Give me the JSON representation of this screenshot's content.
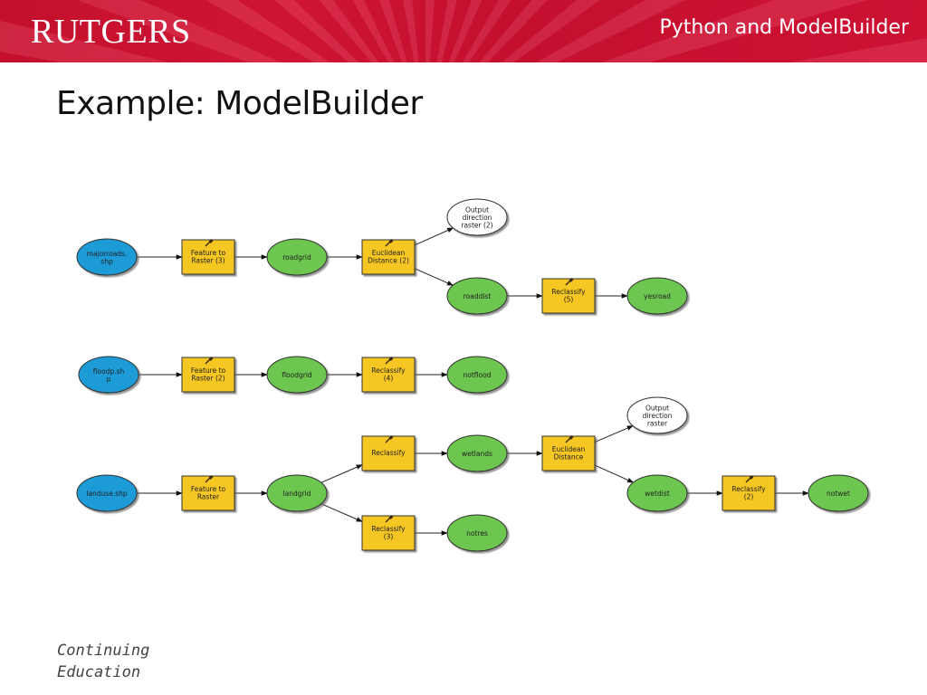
{
  "header": {
    "logo": "RUTGERS",
    "deck_title": "Python and ModelBuilder",
    "colors": {
      "brand": "#cc1133",
      "text": "#ffffff"
    }
  },
  "slide": {
    "title": "Example:  ModelBuilder"
  },
  "footer": {
    "line1": "Continuing",
    "line2": "Education"
  },
  "diagram": {
    "colors": {
      "input": "#1e9bd7",
      "tool": "#f6c623",
      "derived": "#6cc64f",
      "output": "#ffffff"
    },
    "nodes": [
      {
        "id": "majorroads",
        "type": "input",
        "label": [
          "majorroads.",
          "shp"
        ]
      },
      {
        "id": "f2r3",
        "type": "tool",
        "label": [
          "Feature to",
          "Raster (3)"
        ]
      },
      {
        "id": "roadgrid",
        "type": "derived",
        "label": [
          "roadgrid"
        ]
      },
      {
        "id": "ed2",
        "type": "tool",
        "label": [
          "Euclidean",
          "Distance (2)"
        ]
      },
      {
        "id": "odr2",
        "type": "output",
        "label": [
          "Output",
          "direction",
          "raster (2)"
        ]
      },
      {
        "id": "roaddist",
        "type": "derived",
        "label": [
          "roaddist"
        ]
      },
      {
        "id": "rc5",
        "type": "tool",
        "label": [
          "Reclassify",
          "(5)"
        ]
      },
      {
        "id": "yesroad",
        "type": "derived",
        "label": [
          "yesroad"
        ]
      },
      {
        "id": "floodp",
        "type": "input",
        "label": [
          "floodp.sh",
          "p"
        ]
      },
      {
        "id": "f2r2",
        "type": "tool",
        "label": [
          "Feature to",
          "Raster (2)"
        ]
      },
      {
        "id": "floodgrid",
        "type": "derived",
        "label": [
          "floodgrid"
        ]
      },
      {
        "id": "rc4",
        "type": "tool",
        "label": [
          "Reclassify",
          "(4)"
        ]
      },
      {
        "id": "notflood",
        "type": "derived",
        "label": [
          "notflood"
        ]
      },
      {
        "id": "landuse",
        "type": "input",
        "label": [
          "landuse.shp"
        ]
      },
      {
        "id": "f2r",
        "type": "tool",
        "label": [
          "Feature to",
          "Raster"
        ]
      },
      {
        "id": "landgrid",
        "type": "derived",
        "label": [
          "landgrid"
        ]
      },
      {
        "id": "rc",
        "type": "tool",
        "label": [
          "Reclassify"
        ]
      },
      {
        "id": "wetlands",
        "type": "derived",
        "label": [
          "wetlands"
        ]
      },
      {
        "id": "ed",
        "type": "tool",
        "label": [
          "Euclidean",
          "Distance"
        ]
      },
      {
        "id": "odr",
        "type": "output",
        "label": [
          "Output",
          "direction",
          "raster"
        ]
      },
      {
        "id": "wetdist",
        "type": "derived",
        "label": [
          "wetdist"
        ]
      },
      {
        "id": "rc2",
        "type": "tool",
        "label": [
          "Reclassify",
          "(2)"
        ]
      },
      {
        "id": "notwet",
        "type": "derived",
        "label": [
          "notwet"
        ]
      },
      {
        "id": "rc3",
        "type": "tool",
        "label": [
          "Reclassify",
          "(3)"
        ]
      },
      {
        "id": "notres",
        "type": "derived",
        "label": [
          "notres"
        ]
      }
    ],
    "edges": [
      [
        "majorroads",
        "f2r3"
      ],
      [
        "f2r3",
        "roadgrid"
      ],
      [
        "roadgrid",
        "ed2"
      ],
      [
        "ed2",
        "odr2"
      ],
      [
        "ed2",
        "roaddist"
      ],
      [
        "roaddist",
        "rc5"
      ],
      [
        "rc5",
        "yesroad"
      ],
      [
        "floodp",
        "f2r2"
      ],
      [
        "f2r2",
        "floodgrid"
      ],
      [
        "floodgrid",
        "rc4"
      ],
      [
        "rc4",
        "notflood"
      ],
      [
        "landuse",
        "f2r"
      ],
      [
        "f2r",
        "landgrid"
      ],
      [
        "landgrid",
        "rc"
      ],
      [
        "landgrid",
        "rc3"
      ],
      [
        "rc",
        "wetlands"
      ],
      [
        "wetlands",
        "ed"
      ],
      [
        "ed",
        "odr"
      ],
      [
        "ed",
        "wetdist"
      ],
      [
        "wetdist",
        "rc2"
      ],
      [
        "rc2",
        "notwet"
      ],
      [
        "rc3",
        "notres"
      ]
    ]
  }
}
